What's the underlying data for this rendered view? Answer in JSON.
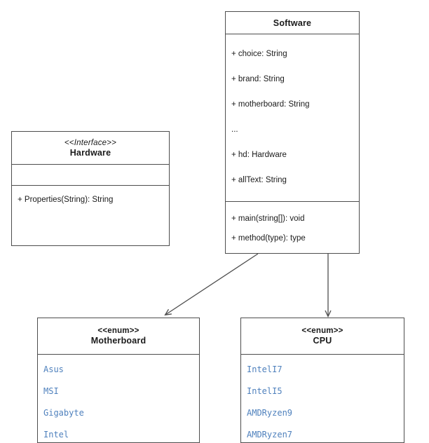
{
  "diagram": {
    "title": "UML class diagram",
    "background_color": "#ffffff",
    "line_color": "#4d4d4d",
    "text_color": "#1a1a1a",
    "enum_value_color": "#4f81bd"
  },
  "classes": {
    "software": {
      "name": "Software",
      "attributes": [
        "+ choice: String",
        "+ brand: String",
        "+ motherboard: String",
        "...",
        "+ hd: Hardware",
        "+ allText: String"
      ],
      "methods": [
        "+ main(string[]): void",
        "+ method(type): type"
      ]
    },
    "hardware": {
      "stereotype": "<<Interface>>",
      "name": "Hardware",
      "attributes": [],
      "methods": [
        "+ Properties(String): String"
      ]
    },
    "motherboard": {
      "stereotype": "<<enum>>",
      "name": "Motherboard",
      "values": [
        "Asus",
        "MSI",
        "Gigabyte",
        "Intel"
      ]
    },
    "cpu": {
      "stereotype": "<<enum>>",
      "name": "CPU",
      "values": [
        "IntelI7",
        "IntelI5",
        "AMDRyzen9",
        "AMDRyzen7"
      ]
    }
  },
  "connectors": [
    {
      "name": "software-to-motherboard",
      "from": "Software",
      "to": "Motherboard",
      "style": "open-arrow"
    },
    {
      "name": "software-to-cpu",
      "from": "Software",
      "to": "CPU",
      "style": "open-arrow"
    }
  ]
}
